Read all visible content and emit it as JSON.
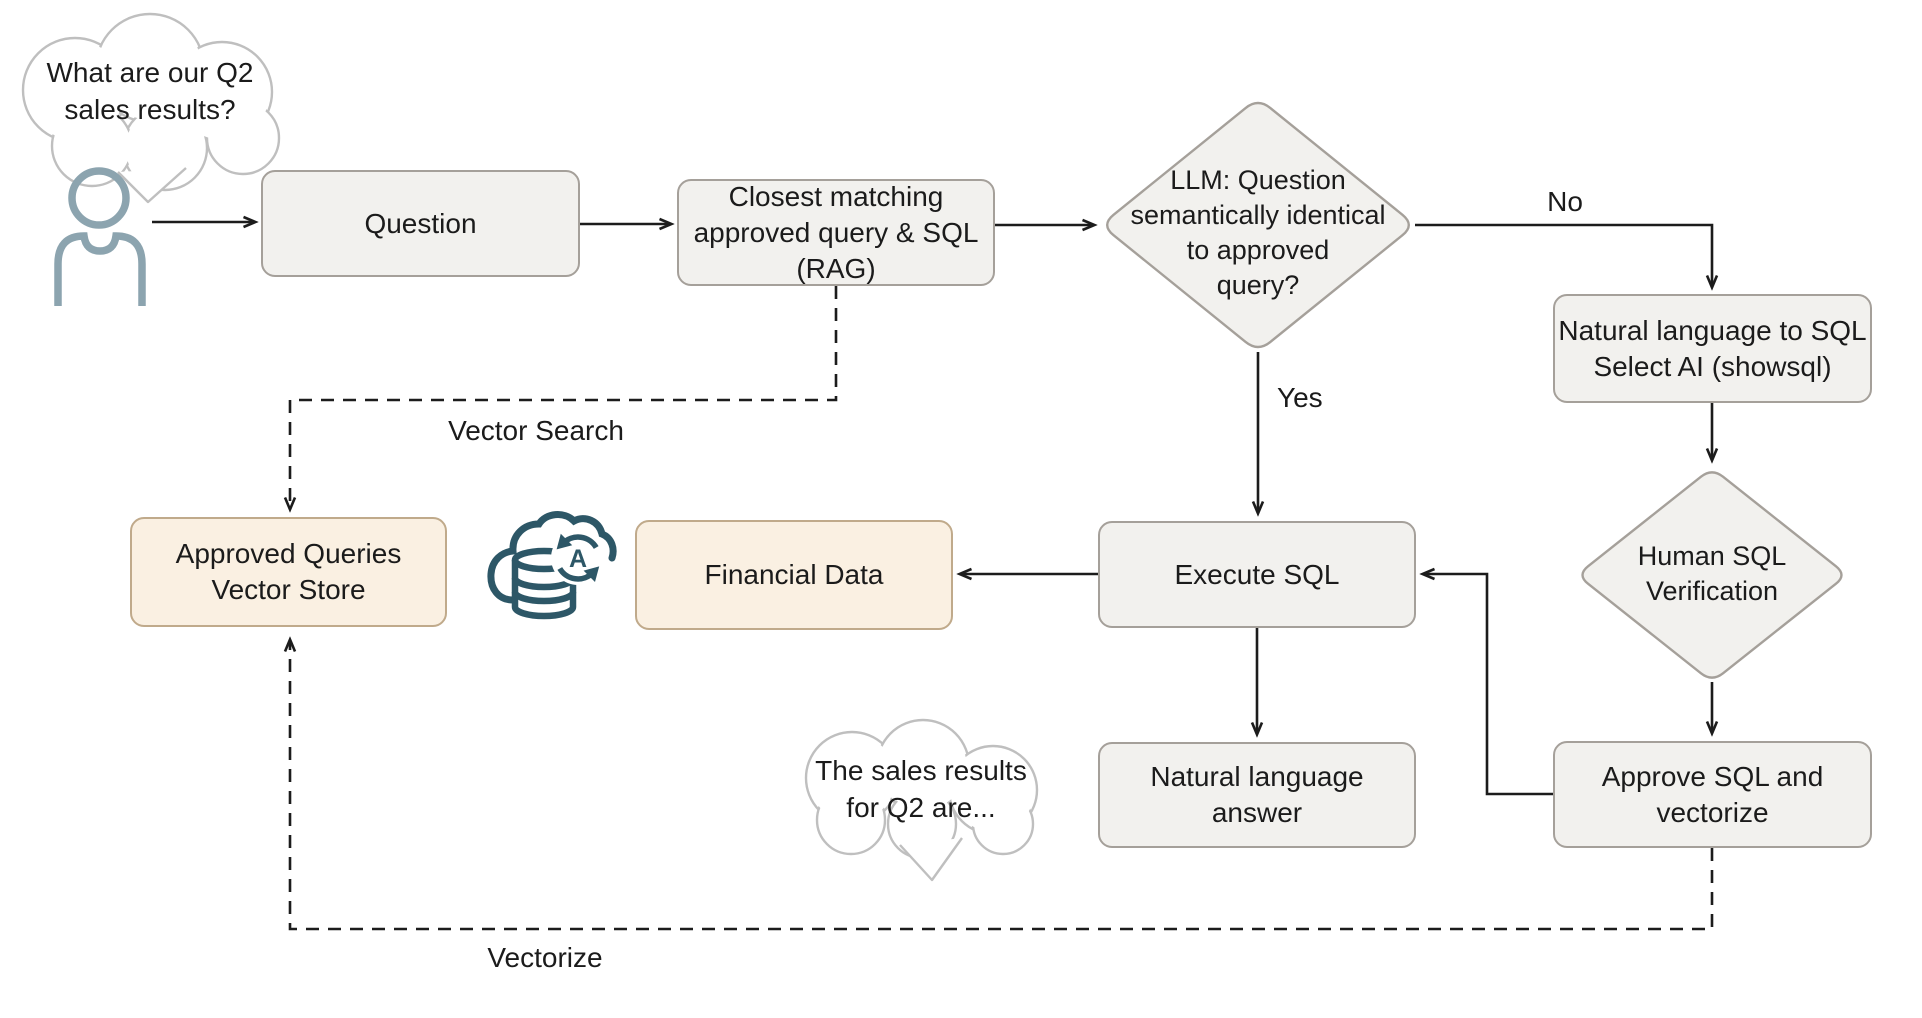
{
  "diagram": {
    "bubbles": {
      "user_question": {
        "lines": [
          "What are our Q2",
          "sales results?"
        ]
      },
      "answer": {
        "lines": [
          "The sales results",
          "for Q2 are..."
        ]
      }
    },
    "nodes": {
      "question": {
        "label": "Question"
      },
      "closest_match": {
        "lines": [
          "Closest matching",
          "approved query & SQL",
          "(RAG)"
        ]
      },
      "llm_decision": {
        "lines": [
          "LLM: Question",
          "semantically identical",
          "to approved",
          "query?"
        ]
      },
      "nl_to_sql": {
        "lines": [
          "Natural language to SQL",
          "Select AI (showsql)"
        ]
      },
      "human_verification": {
        "lines": [
          "Human SQL",
          "Verification"
        ]
      },
      "approve_vectorize": {
        "lines": [
          "Approve SQL and",
          "vectorize"
        ]
      },
      "execute_sql": {
        "label": "Execute SQL"
      },
      "nl_answer": {
        "lines": [
          "Natural language",
          "answer"
        ]
      },
      "financial_data": {
        "label": "Financial Data"
      },
      "vector_store": {
        "lines": [
          "Approved Queries",
          "Vector Store"
        ]
      }
    },
    "edge_labels": {
      "no": "No",
      "yes": "Yes",
      "vector_search": "Vector Search",
      "vectorize": "Vectorize"
    },
    "icons": {
      "person": "user-icon",
      "cloud_db": "autonomous-database-cloud-icon",
      "badge_letter": "A"
    },
    "colors": {
      "node_fill": "#f2f1ee",
      "node_border": "#a5a09a",
      "store_fill": "#faf0e2",
      "store_border": "#c0aa8b",
      "line": "#1c1c1c",
      "icon_teal": "#2d5767",
      "person_icon": "#8ca4af",
      "bubble_border": "#bfbfbf",
      "text": "#1b1b1b"
    }
  }
}
